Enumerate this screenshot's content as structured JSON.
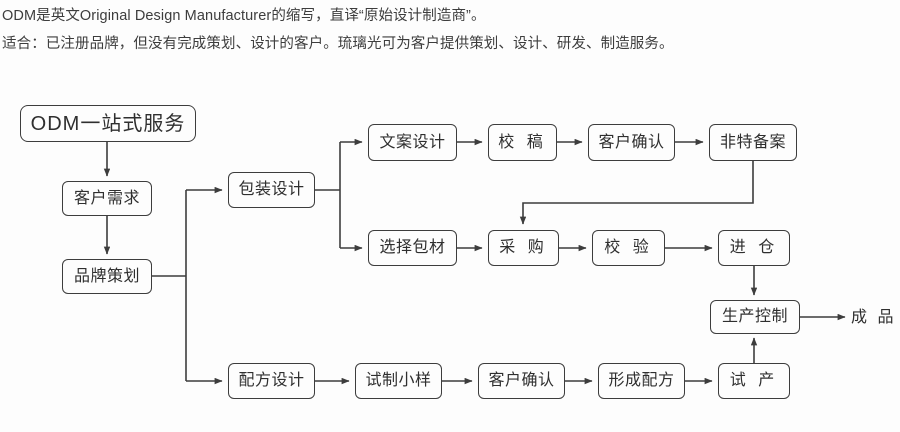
{
  "intro": {
    "line1": "ODM是英文Original Design Manufacturer的缩写，直译“原始设计制造商”。",
    "line2": "适合：已注册品牌，但没有完成策划、设计的客户。琉璃光可为客户提供策划、设计、研发、制造服务。"
  },
  "colors": {
    "stroke": "#3d3d3d",
    "text": "#2f2f2f",
    "background": "#fdfdfd"
  },
  "flow": {
    "nodes": {
      "odm": "ODM一站式服务",
      "customer_need": "客户需求",
      "brand_planning": "品牌策划",
      "package_design": "包装设计",
      "copy_design": "文案设计",
      "proofreading": "校 稿",
      "customer_confirm_top": "客户确认",
      "non_special_record": "非特备案",
      "select_material": "选择包材",
      "purchase": "采 购",
      "inspection": "校 验",
      "warehouse_in": "进 仓",
      "production_control": "生产控制",
      "finished_product": "成 品",
      "formula_design": "配方设计",
      "trial_sample": "试制小样",
      "customer_confirm_bottom": "客户确认",
      "form_formula": "形成配方",
      "trial_production": "试 产"
    }
  }
}
